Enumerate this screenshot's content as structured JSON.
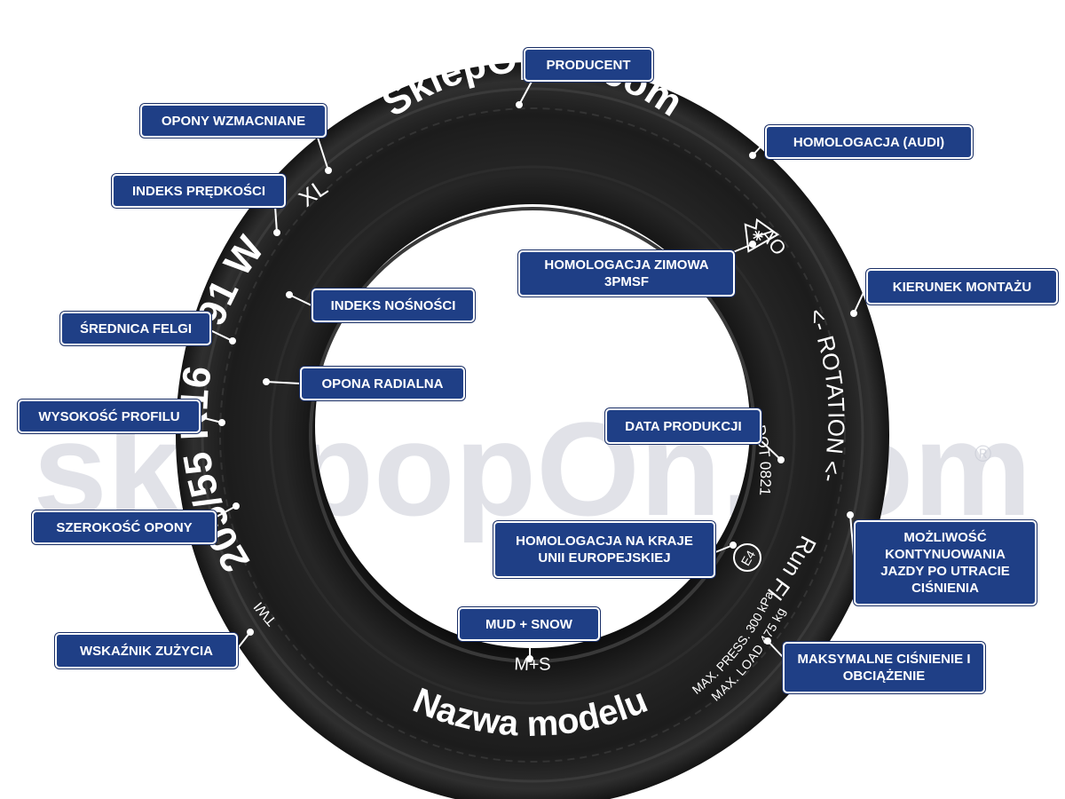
{
  "tire_markings": {
    "brand": "SklepOpon.com",
    "reinforced": "XL",
    "speed_load": "91 W",
    "size": "205/55 R16",
    "audi": "AO",
    "rotation": "<- ROTATION <-",
    "dot": "DOT 0821",
    "run_flat": "Run Flat",
    "e4": "E4",
    "max_line1": "MAX. PRESS. 300 kPa",
    "max_line2": "MAX. LOAD 475 kg",
    "model": "Nazwa modelu",
    "ms": "M+S",
    "twi": "TWI"
  },
  "watermark": {
    "text": "sklepopOn.com",
    "mark": "®"
  },
  "labels": {
    "producent": "PRODUCENT",
    "opony_wzmacniane": "OPONY WZMACNIANE",
    "homologacja_audi": "HOMOLOGACJA (AUDI)",
    "indeks_predkosci": "INDEKS PRĘDKOŚCI",
    "homologacja_zimowa": "HOMOLOGACJA ZIMOWA 3PMSF",
    "kierunek_montazu": "KIERUNEK MONTAŻU",
    "indeks_nosnosci": "INDEKS NOŚNOŚCI",
    "srednica_felgi": "ŚREDNICA FELGI",
    "opona_radialna": "OPONA RADIALNA",
    "wysokosc_profilu": "WYSOKOŚĆ PROFILU",
    "data_produkcji": "DATA PRODUKCJI",
    "szerokosc_opony": "SZEROKOŚĆ OPONY",
    "homologacja_ue": "HOMOLOGACJA NA KRAJE UNII EUROPEJSKIEJ",
    "mozliwosc": "MOŻLIWOŚĆ KONTYNUOWANIA JAZDY PO UTRACIE CIŚNIENIA",
    "mud_snow": "MUD + SNOW",
    "wskaznik": "WSKAŹNIK ZUŻYCIA",
    "max_cisnienie": "MAKSYMALNE CIŚNIENIE I OBCIĄŻENIE"
  },
  "colors": {
    "label_bg": "#1f3f86",
    "tire": "#1d1d1d",
    "watermark": "#c9ccd6"
  }
}
